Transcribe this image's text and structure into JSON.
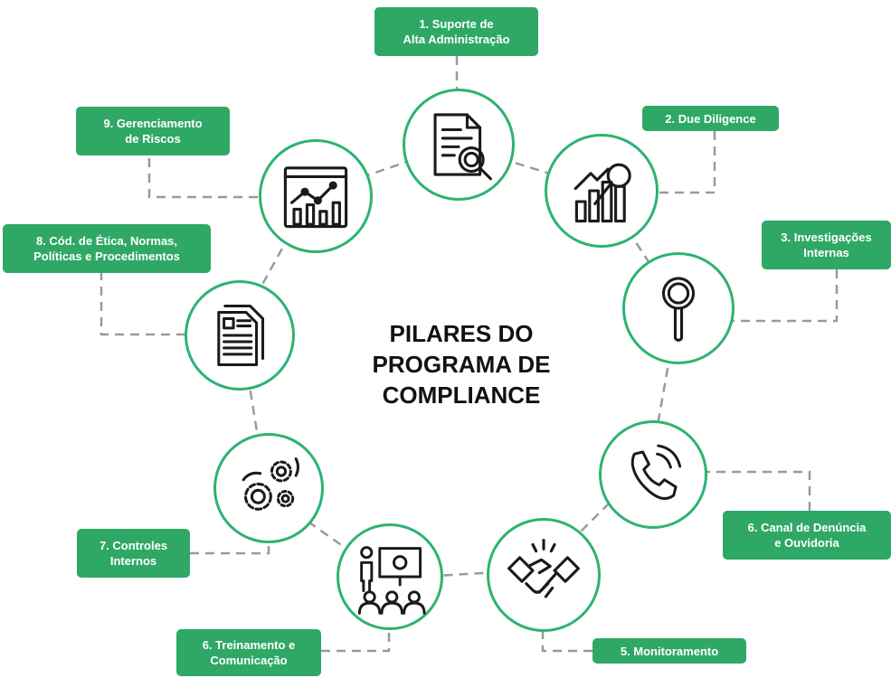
{
  "title": "PILARES DO\nPROGRAMA DE\nCOMPLIANCE",
  "colors": {
    "accent": "#2fa866",
    "ring": "#2db370",
    "connector": "#9a9a9a",
    "icon": "#1a1a1a"
  },
  "pillars": [
    {
      "label": "1. Suporte de\nAlta Administração",
      "icon": "document-search-icon"
    },
    {
      "label": "2. Due Diligence",
      "icon": "growth-analysis-icon"
    },
    {
      "label": "3. Investigações\nInternas",
      "icon": "magnifier-icon"
    },
    {
      "label": "6. Canal de Denúncia\ne Ouvidoria",
      "icon": "phone-icon"
    },
    {
      "label": "5. Monitoramento",
      "icon": "handshake-icon"
    },
    {
      "label": "6. Treinamento e\nComunicação",
      "icon": "presentation-icon"
    },
    {
      "label": "7. Controles\nInternos",
      "icon": "gears-icon"
    },
    {
      "label": "8. Cód. de Ética, Normas,\nPolíticas e Procedimentos",
      "icon": "documents-icon"
    },
    {
      "label": "9. Gerenciamento\nde Riscos",
      "icon": "dashboard-chart-icon"
    }
  ]
}
